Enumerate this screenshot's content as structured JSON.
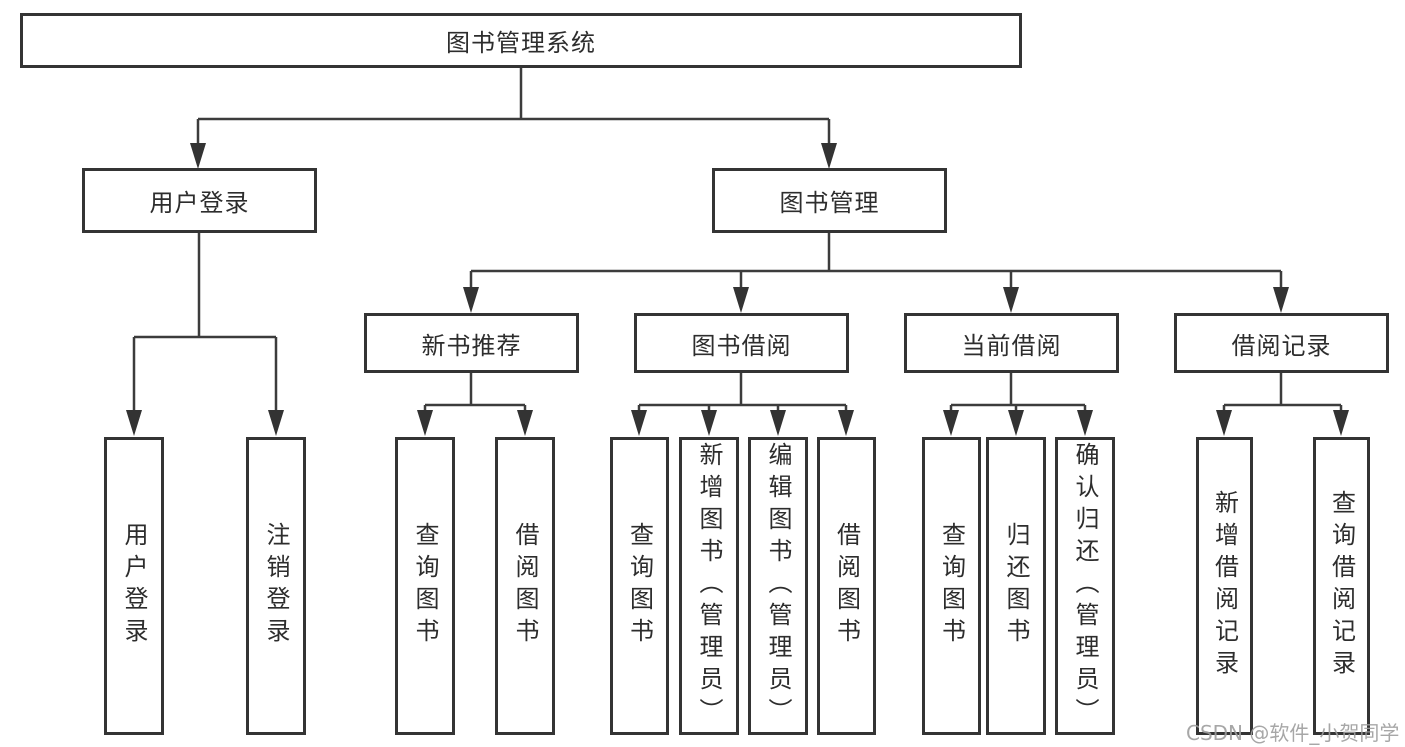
{
  "colors": {
    "background": "#ffffff",
    "box_border": "#343434",
    "connector_line": "#3c3c3c",
    "text": "#2d2d2d",
    "watermark": "#9e9e9e"
  },
  "watermark": {
    "text": "CSDN @软件_小贺同学"
  },
  "tree": {
    "root": {
      "label": "图书管理系统"
    },
    "branches": [
      {
        "label": "用户登录",
        "children": [
          {
            "label": "用户登录"
          },
          {
            "label": "注销登录"
          }
        ]
      },
      {
        "label": "图书管理",
        "children": [
          {
            "label": "新书推荐",
            "children": [
              {
                "label": "查询图书"
              },
              {
                "label": "借阅图书"
              }
            ]
          },
          {
            "label": "图书借阅",
            "children": [
              {
                "label": "查询图书"
              },
              {
                "label": "新增图书（管理员）"
              },
              {
                "label": "编辑图书（管理员）"
              },
              {
                "label": "借阅图书"
              }
            ]
          },
          {
            "label": "当前借阅",
            "children": [
              {
                "label": "查询图书"
              },
              {
                "label": "归还图书"
              },
              {
                "label": "确认归还（管理员）"
              }
            ]
          },
          {
            "label": "借阅记录",
            "children": [
              {
                "label": "新增借阅记录"
              },
              {
                "label": "查询借阅记录"
              }
            ]
          }
        ]
      }
    ]
  }
}
